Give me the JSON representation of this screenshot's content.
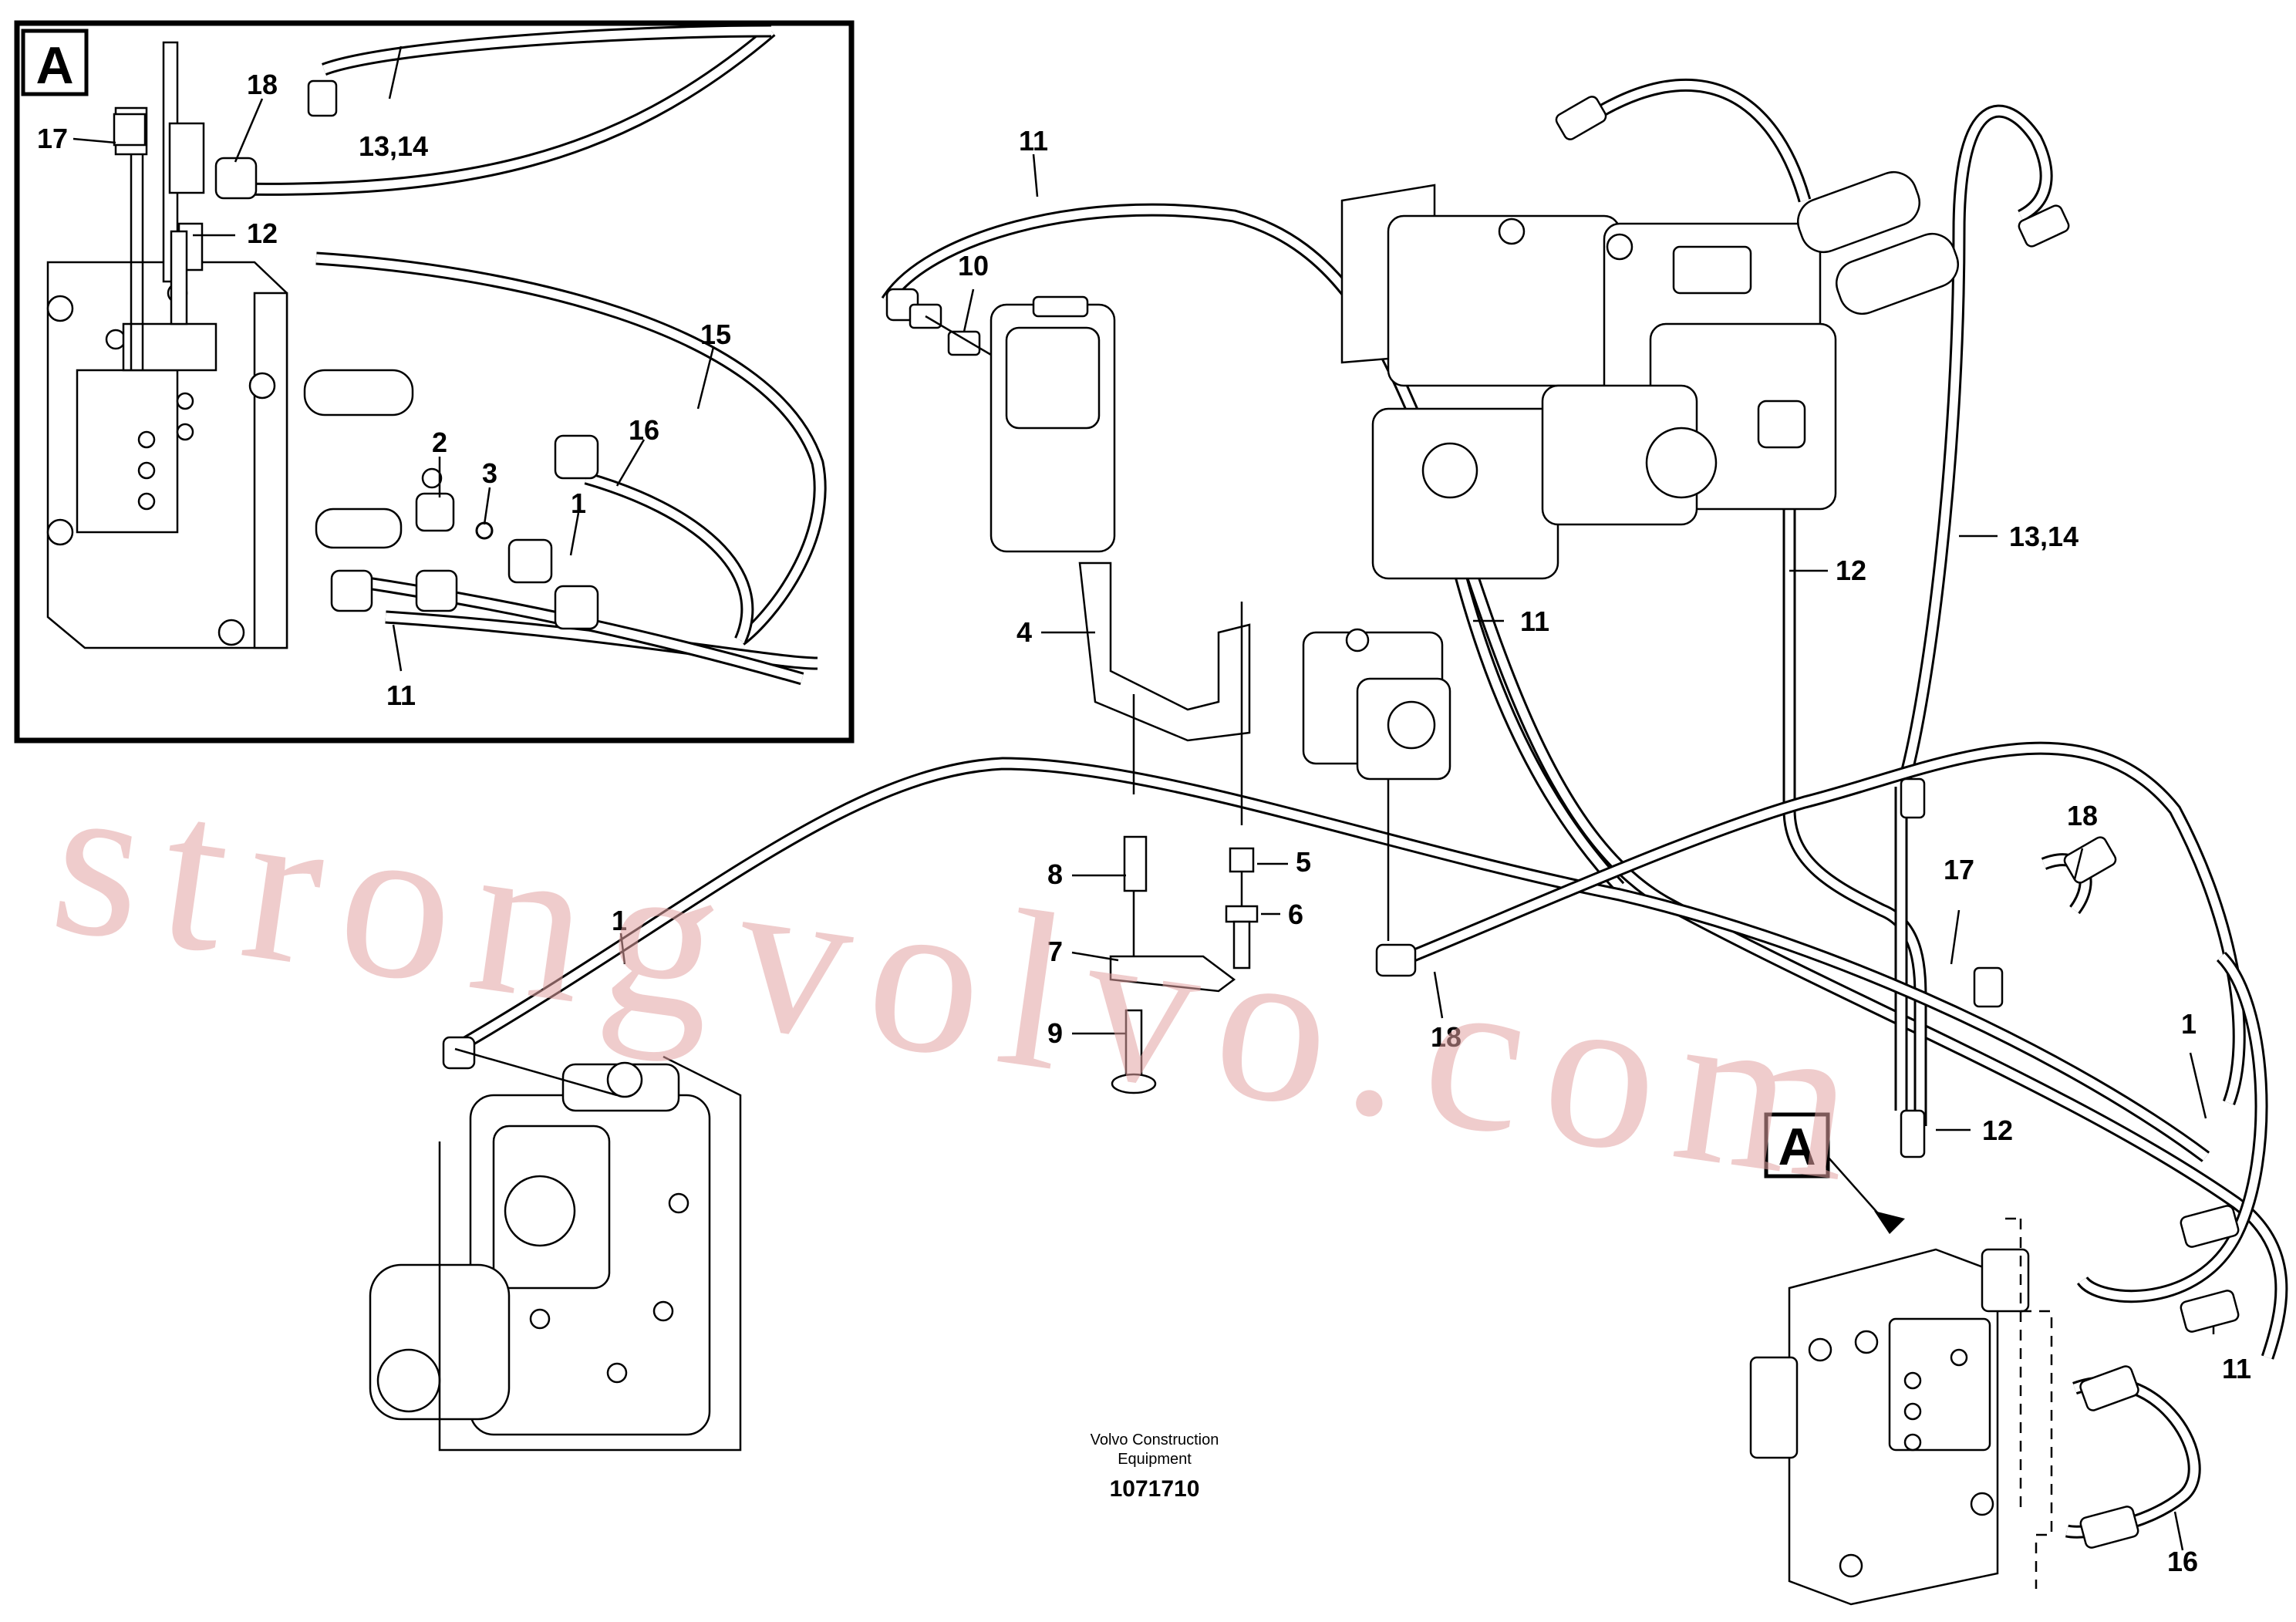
{
  "detail_view": {
    "label": "A"
  },
  "callouts": {
    "detail": [
      {
        "id": "17",
        "text": "17"
      },
      {
        "id": "18",
        "text": "18"
      },
      {
        "id": "13_14",
        "text": "13,14"
      },
      {
        "id": "12",
        "text": "12"
      },
      {
        "id": "15",
        "text": "15"
      },
      {
        "id": "16",
        "text": "16"
      },
      {
        "id": "2",
        "text": "2"
      },
      {
        "id": "3",
        "text": "3"
      },
      {
        "id": "1",
        "text": "1"
      },
      {
        "id": "11",
        "text": "11"
      }
    ],
    "main": [
      {
        "id": "11a",
        "text": "11"
      },
      {
        "id": "10",
        "text": "10"
      },
      {
        "id": "4",
        "text": "4"
      },
      {
        "id": "8",
        "text": "8"
      },
      {
        "id": "5",
        "text": "5"
      },
      {
        "id": "6",
        "text": "6"
      },
      {
        "id": "7",
        "text": "7"
      },
      {
        "id": "9",
        "text": "9"
      },
      {
        "id": "1a",
        "text": "1"
      },
      {
        "id": "18a",
        "text": "18"
      },
      {
        "id": "11b",
        "text": "11"
      },
      {
        "id": "12a",
        "text": "12"
      },
      {
        "id": "13_14a",
        "text": "13,14"
      },
      {
        "id": "18b",
        "text": "18"
      },
      {
        "id": "17a",
        "text": "17"
      },
      {
        "id": "1b",
        "text": "1"
      },
      {
        "id": "12b",
        "text": "12"
      },
      {
        "id": "11c",
        "text": "11"
      },
      {
        "id": "16a",
        "text": "16"
      }
    ]
  },
  "reference_marker": {
    "label": "A"
  },
  "credit": {
    "line1": "Volvo Construction",
    "line2": "Equipment",
    "number": "1071710"
  },
  "watermark": "strongvolvo.com",
  "colors": {
    "line": "#000000",
    "watermark": "#e3a3a3",
    "background": "#ffffff"
  }
}
